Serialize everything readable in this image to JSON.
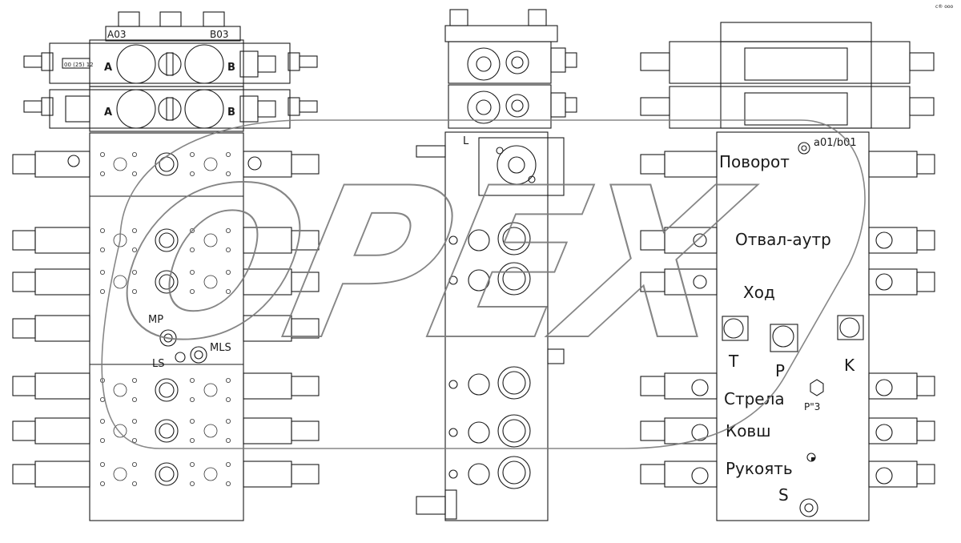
{
  "watermark": {
    "text": "OPEX",
    "color": "#7a7a7a"
  },
  "corner_mark": "c® ooo",
  "front_view": {
    "top_tags": [
      "A03",
      "B03"
    ],
    "port_a": "A",
    "port_b": "B",
    "small_plate_text": "00 (25) 12",
    "ports": [
      "MP",
      "LS",
      "MLS"
    ]
  },
  "side_view": {
    "port_l": "L"
  },
  "rear_view": {
    "section_code": "a01/b01",
    "sections": [
      "Поворот",
      "Отвал-аутр",
      "Ход",
      "Стрела",
      "Ковш",
      "Рукоять"
    ],
    "ports_bottom": [
      "T",
      "P",
      "K"
    ],
    "port_p3": "P\"3",
    "port_s": "S"
  }
}
